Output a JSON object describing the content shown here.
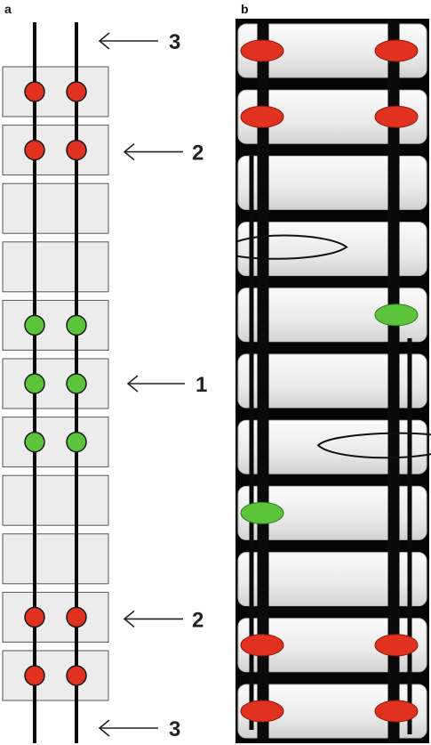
{
  "panel_a": {
    "label": "a",
    "cell_count": 11,
    "rows": [
      "red",
      "red",
      "none",
      "none",
      "green",
      "green",
      "green",
      "none",
      "none",
      "red",
      "red"
    ],
    "callouts": [
      {
        "text": "3",
        "target": "top"
      },
      {
        "text": "2",
        "target": "row-2"
      },
      {
        "text": "1",
        "target": "row-6"
      },
      {
        "text": "2",
        "target": "row-10"
      },
      {
        "text": "3",
        "target": "bottom"
      }
    ]
  },
  "panel_b": {
    "label": "b",
    "cell_count": 11,
    "rows": [
      {
        "left": "red",
        "right": "red"
      },
      {
        "left": "red",
        "right": "red"
      },
      {
        "left": "none",
        "right": "none"
      },
      {
        "left": "open-left",
        "right": "none"
      },
      {
        "left": "none",
        "right": "green"
      },
      {
        "left": "none",
        "right": "none"
      },
      {
        "left": "none",
        "right": "open-right"
      },
      {
        "left": "green",
        "right": "none"
      },
      {
        "left": "none",
        "right": "none"
      },
      {
        "left": "red",
        "right": "red"
      },
      {
        "left": "red",
        "right": "red"
      }
    ]
  },
  "colors": {
    "red": "#e0321f",
    "green": "#5cc43b",
    "filament": "#0a0a0a",
    "cell_fill": "#ececec",
    "cell_stroke": "#555555"
  }
}
